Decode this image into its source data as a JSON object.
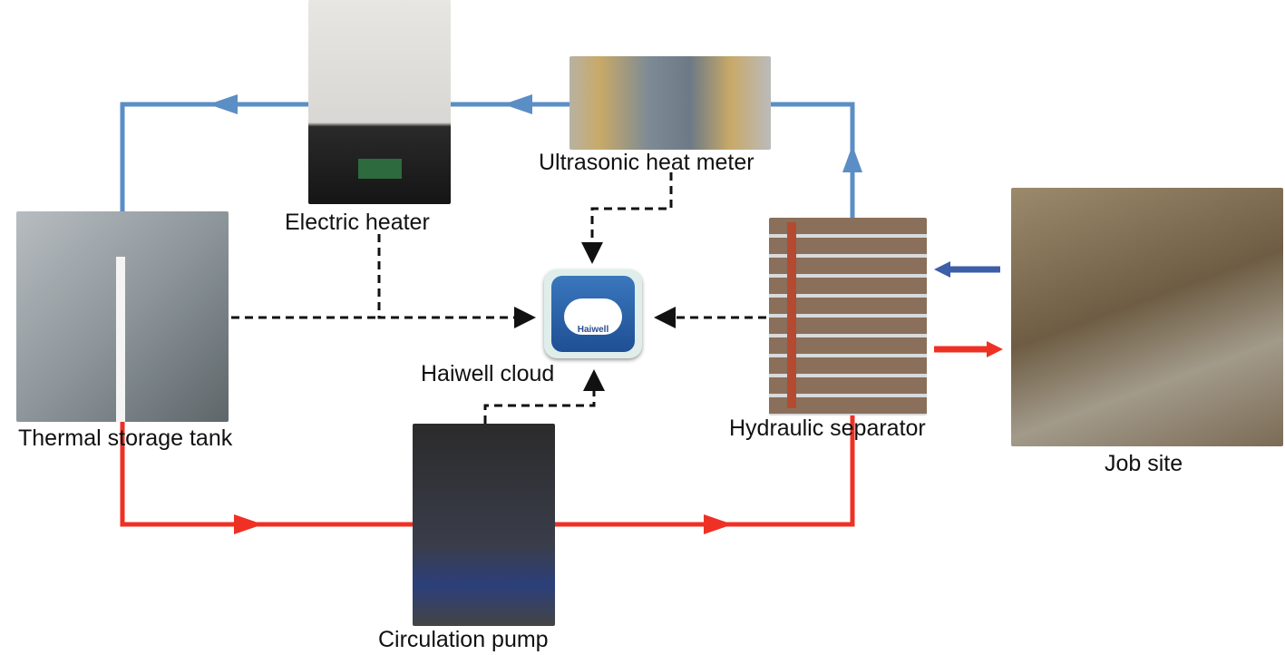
{
  "labels": {
    "electric_heater": "Electric heater",
    "heat_meter": "Ultrasonic heat meter",
    "tank": "Thermal storage tank",
    "cloud": "Haiwell cloud",
    "pump": "Circulation pump",
    "separator": "Hydraulic separator",
    "job_site": "Job site"
  },
  "cloud_logo_text": "Haiwell",
  "colors": {
    "supply": "#ee3124",
    "return": "#5b8ec4",
    "signal": "#111111"
  }
}
